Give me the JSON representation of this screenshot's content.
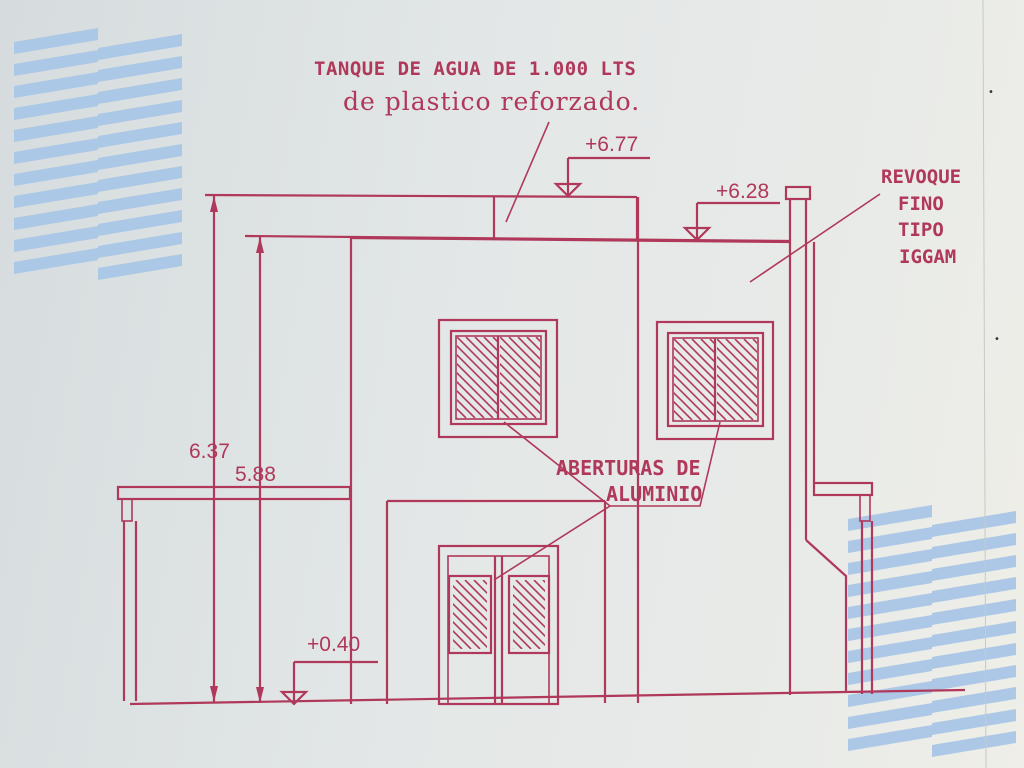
{
  "colors": {
    "ink": "#b0385a",
    "pattern_blue": "#a9c6e6",
    "paper": "#e3e7e7"
  },
  "notes": {
    "tank_line1": "TANQUE DE AGUA DE 1.000 LTS",
    "tank_line2": "de plastico reforzado.",
    "revoque_line1": "REVOQUE",
    "revoque_line2": "FINO",
    "revoque_line3": "TIPO",
    "revoque_line4": "IGGAM",
    "aberturas_line1": "ABERTURAS DE",
    "aberturas_line2": "ALUMINIO"
  },
  "levels": {
    "tank_top": "+6.77",
    "roof": "+6.28",
    "ground": "+0.40"
  },
  "dimensions": {
    "total_height": "6.37",
    "wall_height": "5.88"
  }
}
